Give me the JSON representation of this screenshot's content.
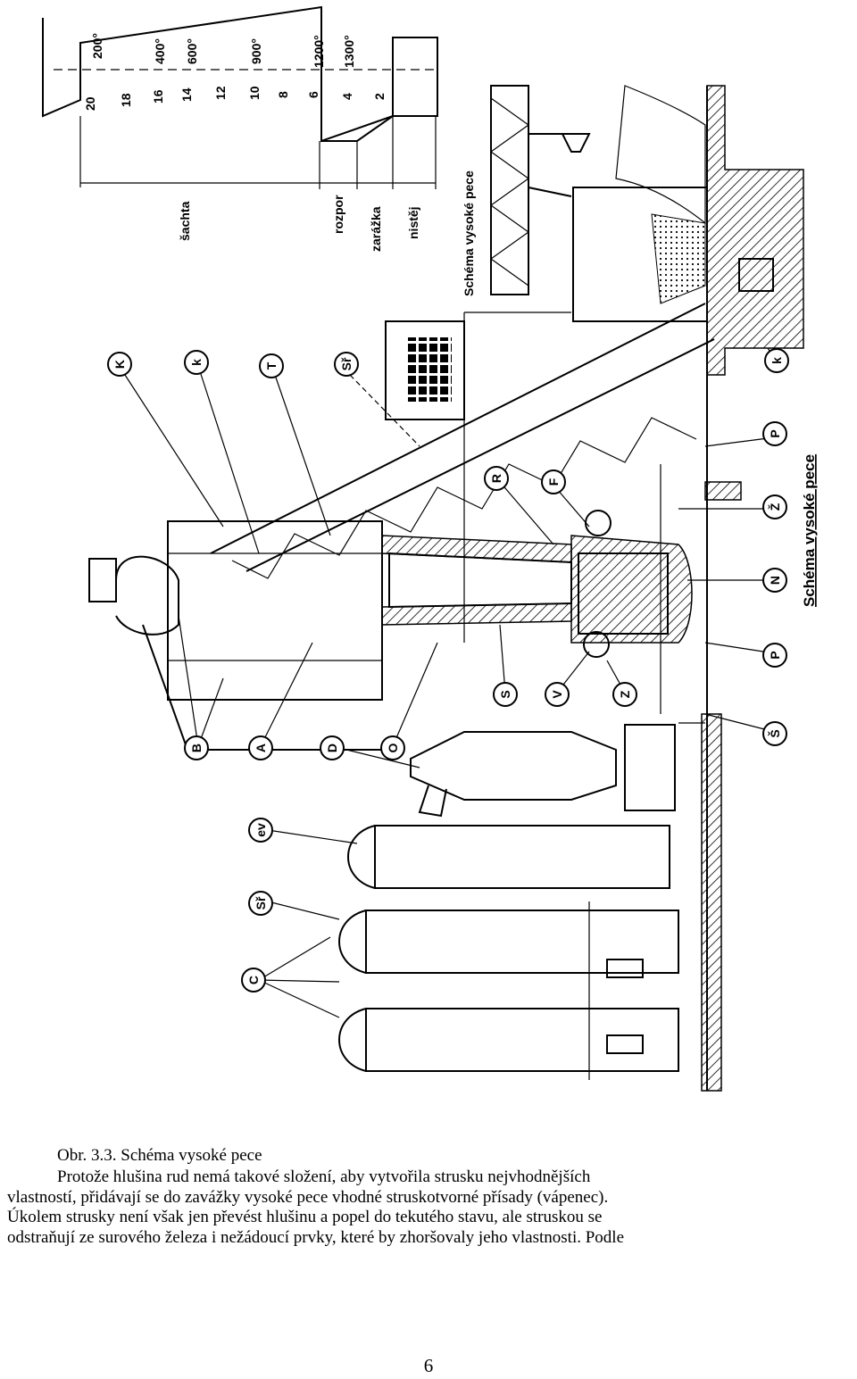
{
  "figure": {
    "furnace_profile": {
      "zone_labels": [
        "šachta",
        "rozpor",
        "zarážka",
        "nistěj"
      ],
      "scale_numbers": [
        "20",
        "18",
        "16",
        "14",
        "12",
        "10",
        "8",
        "6",
        "4",
        "2"
      ],
      "temperatures": [
        "200°",
        "400°",
        "600°",
        "900°",
        "1200°",
        "1300°"
      ]
    },
    "inset_title": "Schéma vysoké pece",
    "main_title": "Schéma vysoké pece",
    "part_labels": [
      "K",
      "k",
      "T",
      "Sř",
      "R",
      "F",
      "P",
      "Ž",
      "N",
      "P",
      "Š",
      "Z",
      "V",
      "S",
      "O",
      "D",
      "A",
      "B",
      "ev",
      "Sř",
      "C",
      "k"
    ]
  },
  "caption": "Obr. 3.3.  Schéma vysoké pece",
  "paragraph_lines": [
    "Protože hlušina rud nemá takové složení, aby vytvořila strusku nejvhodnějších",
    "vlastností, přidávají se do zavážky vysoké pece vhodné struskotvorné přísady (vápenec).",
    "Úkolem strusky není však jen převést hlušinu a popel do tekutého stavu, ale struskou se",
    "odstraňují ze surového železa i nežádoucí prvky, které by zhoršovaly jeho vlastnosti. Podle"
  ],
  "page_number": "6"
}
